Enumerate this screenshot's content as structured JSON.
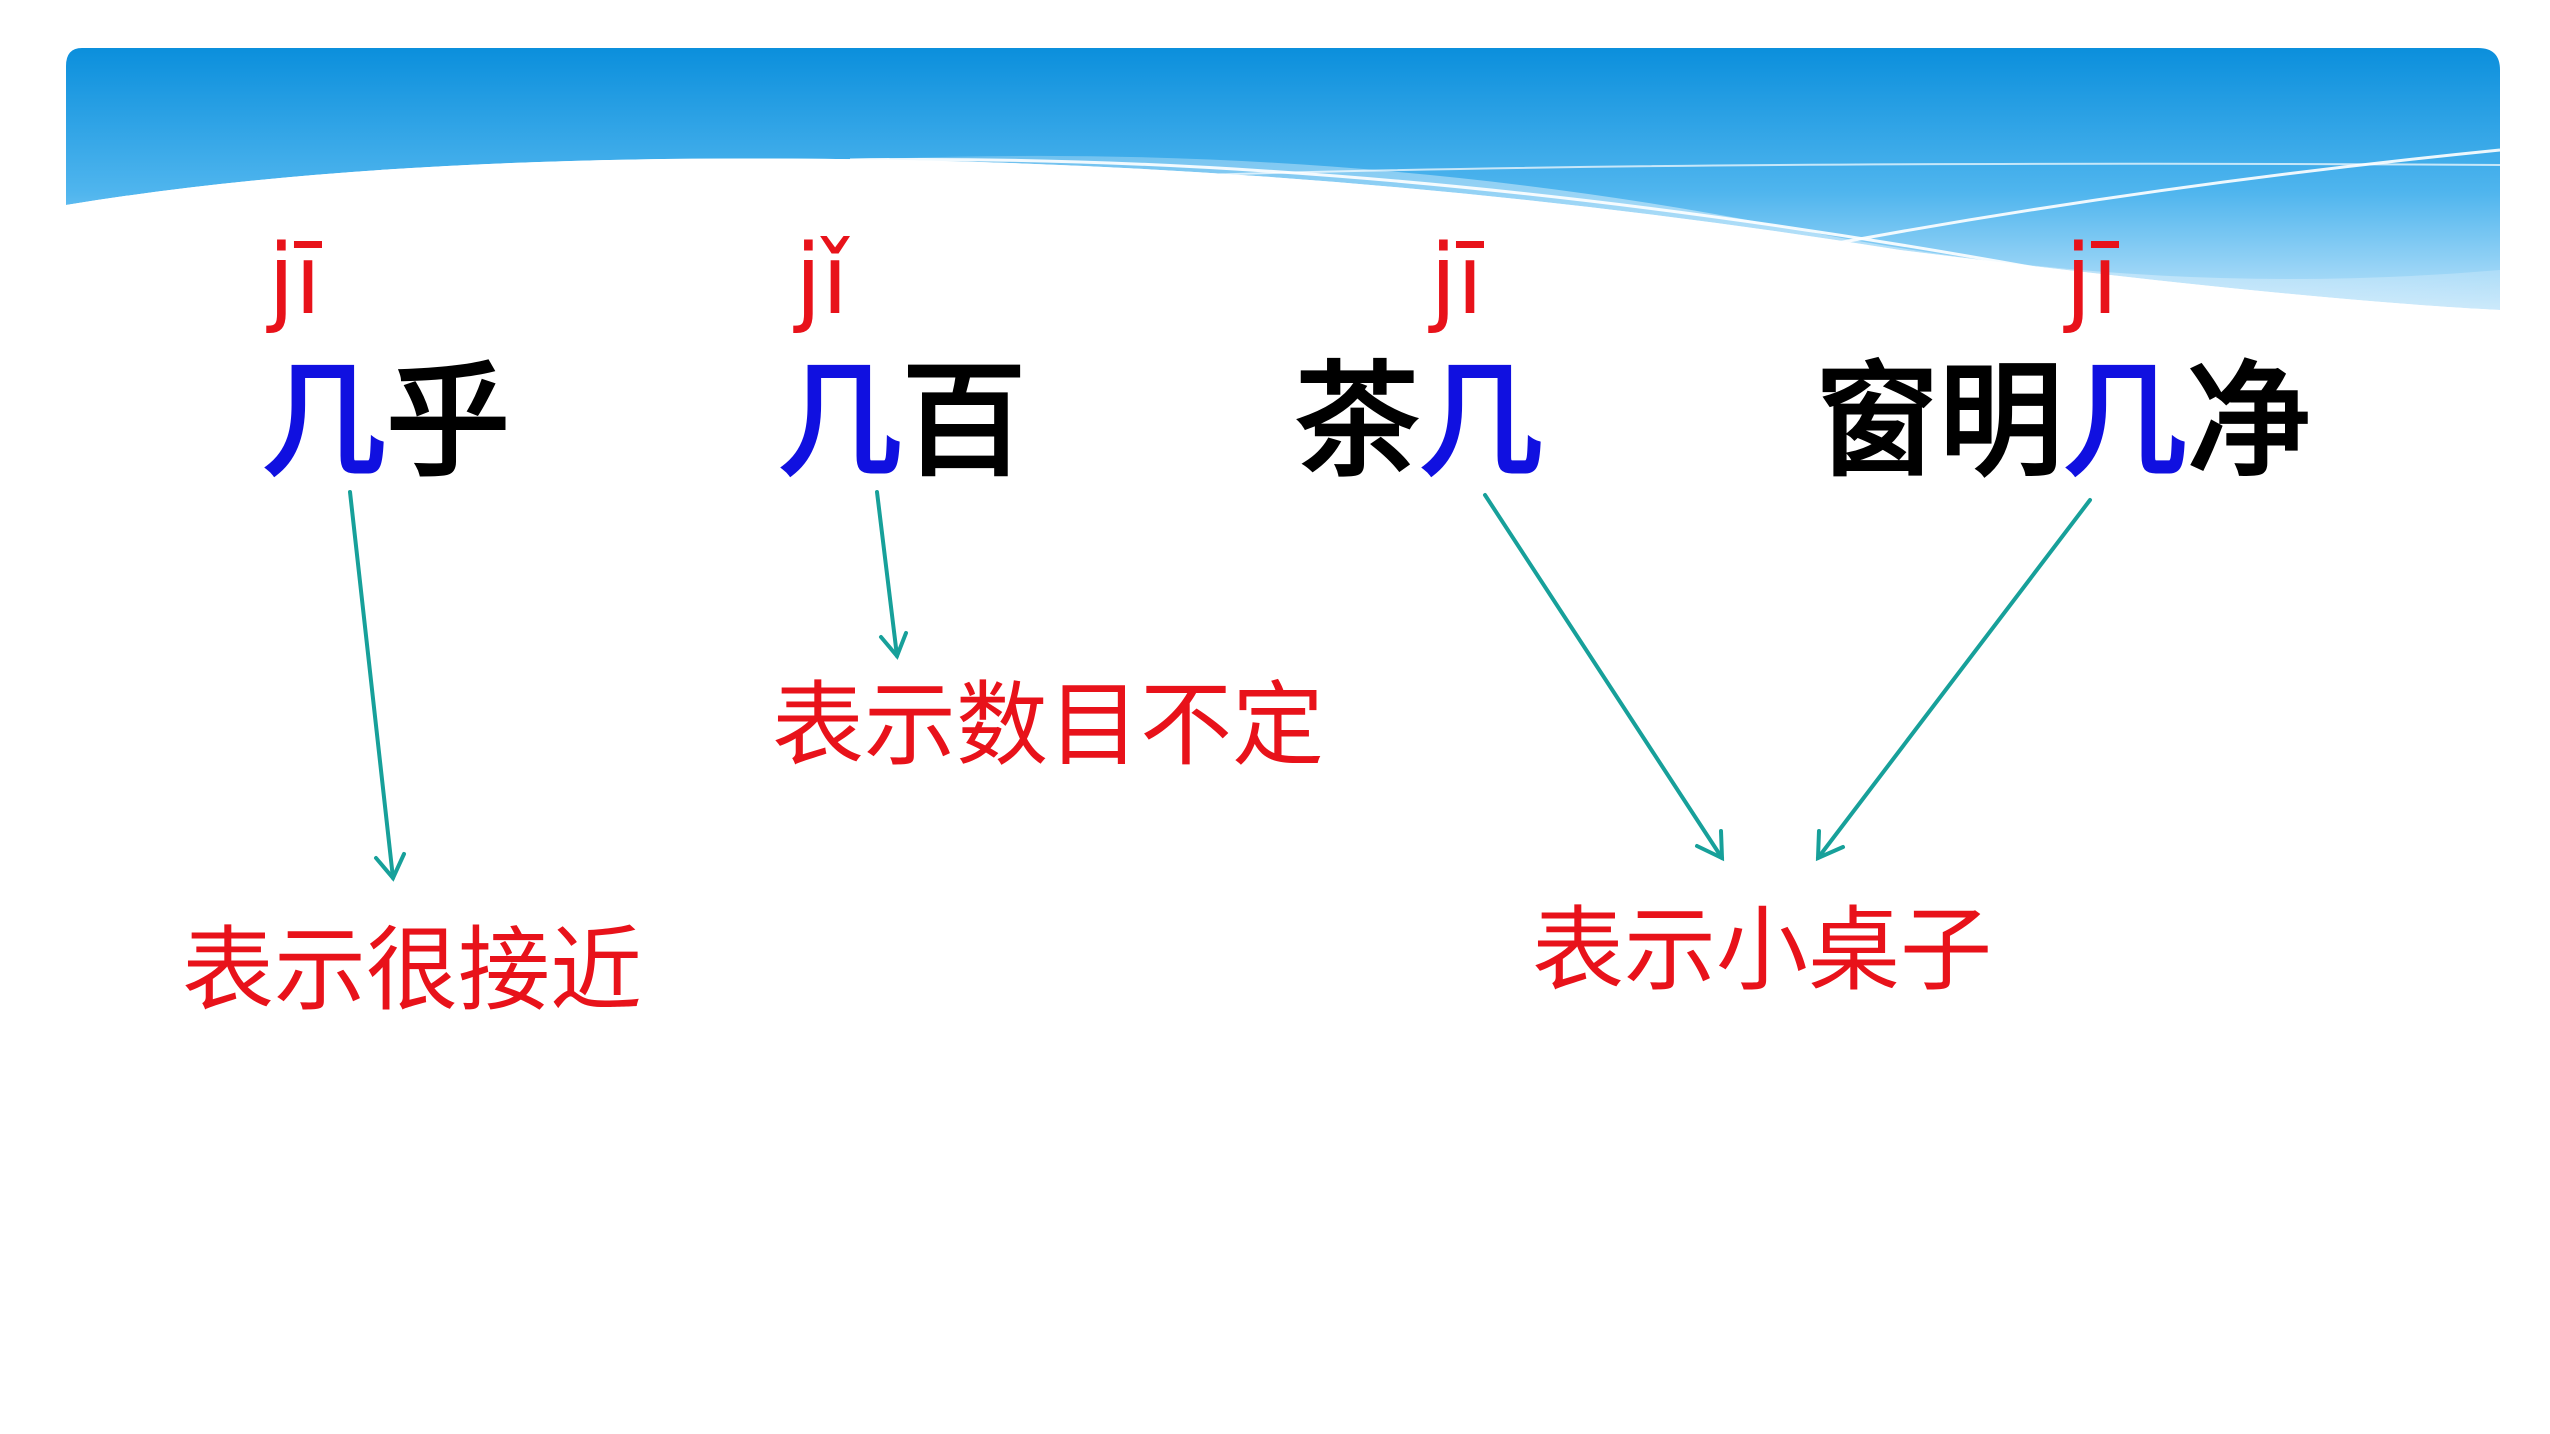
{
  "colors": {
    "pinyin": "#e8121a",
    "highlight": "#1010e0",
    "word": "#000000",
    "meaning": "#e8121a",
    "arrow": "#17a09a",
    "banner_top": "#0b8fdc",
    "banner_bottom": "#bfe4fa"
  },
  "words": [
    {
      "pinyin": "jī",
      "parts": [
        {
          "text": "几",
          "highlight": true
        },
        {
          "text": "乎",
          "highlight": false
        }
      ]
    },
    {
      "pinyin": "jǐ",
      "parts": [
        {
          "text": "几",
          "highlight": true
        },
        {
          "text": "百",
          "highlight": false
        }
      ]
    },
    {
      "pinyin": "jī",
      "parts": [
        {
          "text": "茶",
          "highlight": false
        },
        {
          "text": "几",
          "highlight": true
        }
      ]
    },
    {
      "pinyin": "jī",
      "parts": [
        {
          "text": "窗明",
          "highlight": false
        },
        {
          "text": "几",
          "highlight": true
        },
        {
          "text": "净",
          "highlight": false
        }
      ]
    }
  ],
  "meanings": {
    "close": "表示很接近",
    "uncertain_number": "表示数目不定",
    "small_table": "表示小桌子"
  }
}
